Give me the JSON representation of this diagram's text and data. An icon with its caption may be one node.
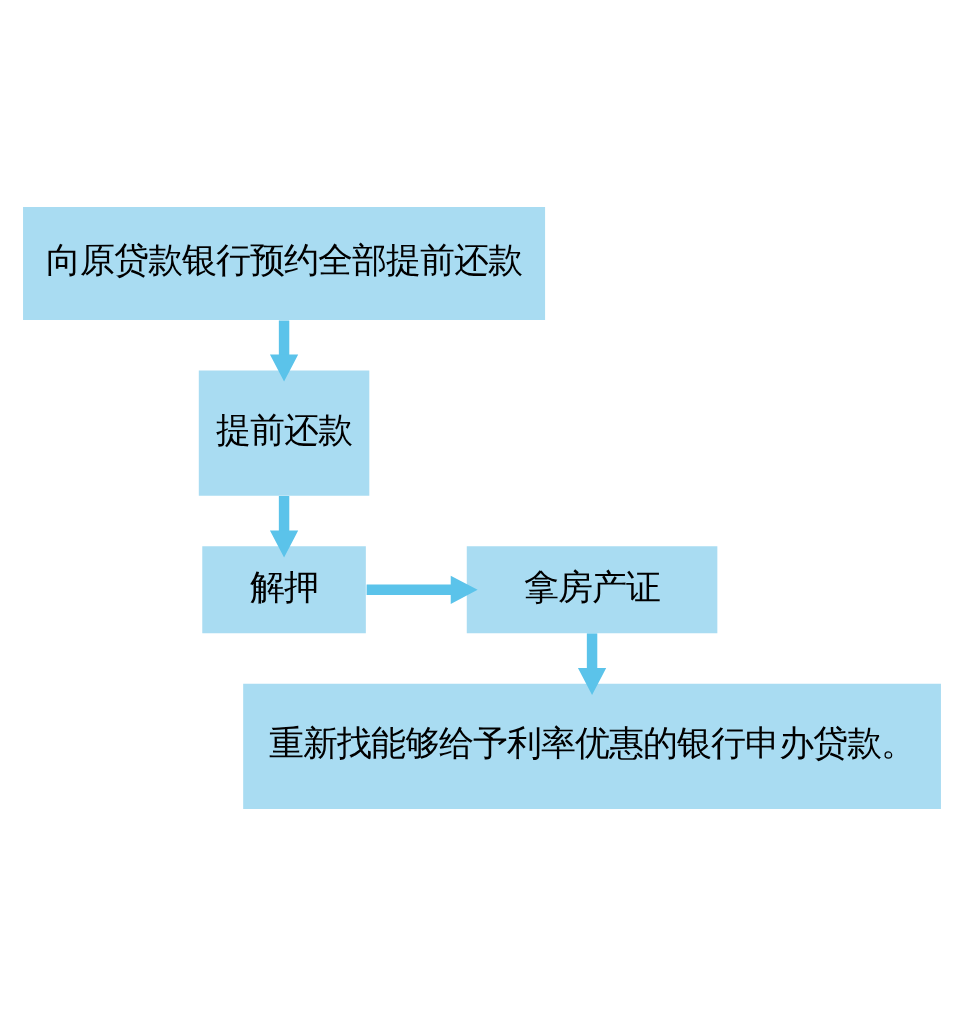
{
  "diagram": {
    "nodes": [
      {
        "text": [
          "向原贷款银行预约全部提前还款"
        ]
      },
      {
        "text": [
          "提前还款"
        ]
      },
      {
        "text": [
          "解押"
        ]
      },
      {
        "text": [
          "拿房产证"
        ]
      },
      {
        "text": [
          "重新找能够给予利率优惠的银行申办贷款。"
        ]
      }
    ],
    "edges": [
      {
        "from": 0,
        "to": 1,
        "arrow": "to"
      },
      {
        "from": 1,
        "to": 2,
        "arrow": "to"
      },
      {
        "from": 2,
        "to": 3,
        "arrow": "to"
      },
      {
        "from": 3,
        "to": 4,
        "arrow": "to"
      }
    ]
  }
}
